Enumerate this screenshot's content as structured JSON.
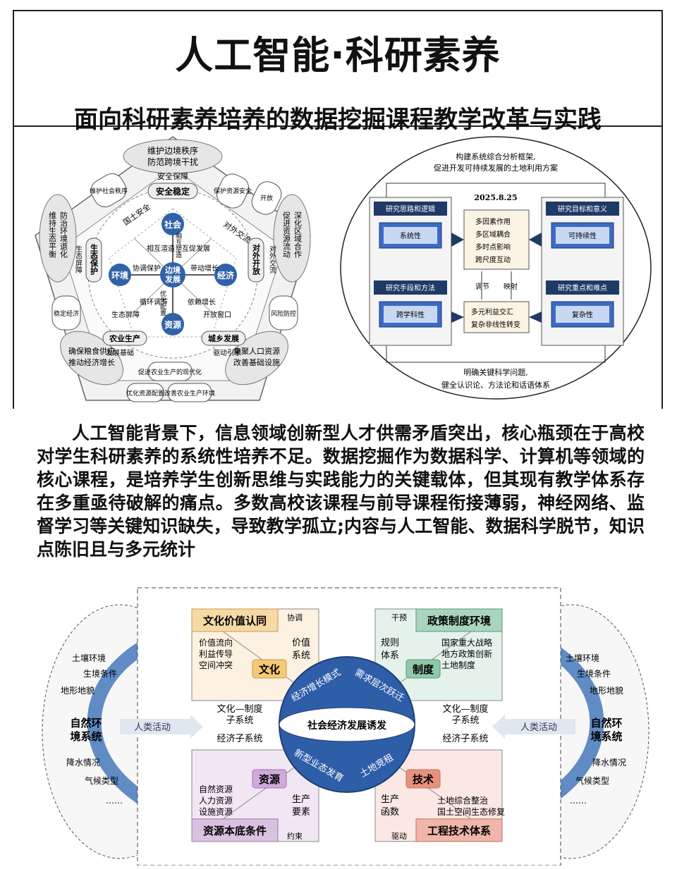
{
  "header": {
    "title": "人工智能·科研素养",
    "subtitle": "面向科研素养培养的数据挖掘课程教学改革与实践"
  },
  "figure_left": {
    "center": [
      "边境",
      "发展"
    ],
    "nodes": {
      "top": "社会",
      "left": "环境",
      "right": "经济",
      "bottom": "资源"
    },
    "inner_labels": {
      "tl": "相互渲造",
      "tr": "互促发展",
      "vert": "相互塑造",
      "left_mid": "协调保护",
      "right_mid": "带动增长",
      "bl": "循环调节",
      "br": "依赖增长",
      "center_low": "优化配置",
      "b_left": "生态屏障",
      "b_right": "开放窗口"
    },
    "ring_labels": {
      "top": "安全稳定",
      "top_small": "安全保障",
      "tl": "国土安全",
      "left": "生态保护",
      "left_small": "生态屏障",
      "right": "对外开放",
      "right_small": "对外交流",
      "bl": "农业生产",
      "bl_small": "发展基础",
      "br": "城乡发展",
      "br_small": "驱动引擎"
    },
    "outer_cards": {
      "top": [
        "维护边境秩序",
        "防范跨境干扰"
      ],
      "left": [
        "维持生态平衡",
        "防治环境退化"
      ],
      "right": [
        "促进资源流动",
        "深化区域合作"
      ],
      "bl": [
        "确保粮食供应",
        "推动经济增长"
      ],
      "br": [
        "集聚人口资源",
        "改善基础设施"
      ],
      "bottom_pills": [
        "促进农业生产的现代化",
        "优化资源配置",
        "改善农业生产环境"
      ],
      "small_pills": [
        "维护社会秩序",
        "保护资源安全",
        "开放",
        "稳定经济",
        "风险防控"
      ]
    }
  },
  "figure_right": {
    "top_text": [
      "构建系统综合分析框架,",
      "促进开发可持续发展的土地利用方案"
    ],
    "date": "2025.8.25",
    "box_tl": {
      "title": "研究思路和逻辑",
      "inner": "系统性"
    },
    "box_bl": {
      "title": "研究手段和方法",
      "inner": "跨学科性"
    },
    "box_tr": {
      "title": "研究目标和意义",
      "inner": "可持续性"
    },
    "box_br": {
      "title": "研究重点和难点",
      "inner": "复杂性"
    },
    "center_list": [
      "多因素作用",
      "多区域耦合",
      "多时点影响",
      "跨尺度互动"
    ],
    "center_list2": [
      "多元利益交汇",
      "复杂非线性转变"
    ],
    "left_arrow_label": "调节",
    "right_arrow_label": "映射",
    "bottom_text": [
      "明确关键科学问题,",
      "健全认识论、方法论和话语体系"
    ]
  },
  "paragraph": "人工智能背景下，信息领域创新型人才供需矛盾突出，核心瓶颈在于高校对学生科研素养的系统性培养不足。数据挖掘作为数据科学、计算机等领域的核心课程，是培养学生创新思维与实践能力的关键载体，但其现有教学体系存在多重亟待破解的痛点。多数高校该课程与前导课程衔接薄弱，神经网络、监督学习等关键知识缺失，导致教学孤立;内容与人工智能、数据科学脱节，知识点陈旧且与多元统计",
  "figure_bottom": {
    "side_left": {
      "title": [
        "自然环",
        "境系统"
      ],
      "items": [
        "土壤环境",
        "生境条件",
        "地形地貌",
        "降水情况",
        "气候类型",
        "……"
      ]
    },
    "side_right": {
      "title": [
        "自然环",
        "境系统"
      ],
      "items": [
        "土壤环境",
        "生境条件",
        "地形地貌",
        "降水情况",
        "气候类型",
        "……"
      ]
    },
    "human_activity": "人类活动",
    "tl": {
      "title": "文化价值认同",
      "tag": "协调",
      "items": [
        "价值流向",
        "利益传导",
        "空间冲突"
      ],
      "side": [
        "价值",
        "系统"
      ],
      "badge": "文化"
    },
    "tr": {
      "title": "政策制度环境",
      "tag": "干预",
      "items": [
        "国家重大战略",
        "地方政策创新",
        "土地制度"
      ],
      "side": [
        "规则",
        "体系"
      ],
      "badge": "制度"
    },
    "bl": {
      "title": "资源本底条件",
      "tag": "约束",
      "items": [
        "自然资源",
        "人力资源",
        "设施资源"
      ],
      "side": [
        "生产",
        "要素"
      ],
      "badge": "资源"
    },
    "br": {
      "title": "工程技术体系",
      "tag": "驱动",
      "items": [
        "土地综合整治",
        "国土空间生态修复"
      ],
      "side": [
        "生产",
        "函数"
      ],
      "badge": "技术"
    },
    "mid_left": [
      "文化—制度",
      "子系统",
      "经济子系统"
    ],
    "mid_right": [
      "文化—制度",
      "子系统",
      "经济子系统"
    ],
    "sphere": {
      "center": "社会经济发展诱发",
      "tl": "经济增长模式",
      "tr": "需求层次跃迁",
      "bl": "新型业态发育",
      "br": "土地竞租"
    }
  }
}
